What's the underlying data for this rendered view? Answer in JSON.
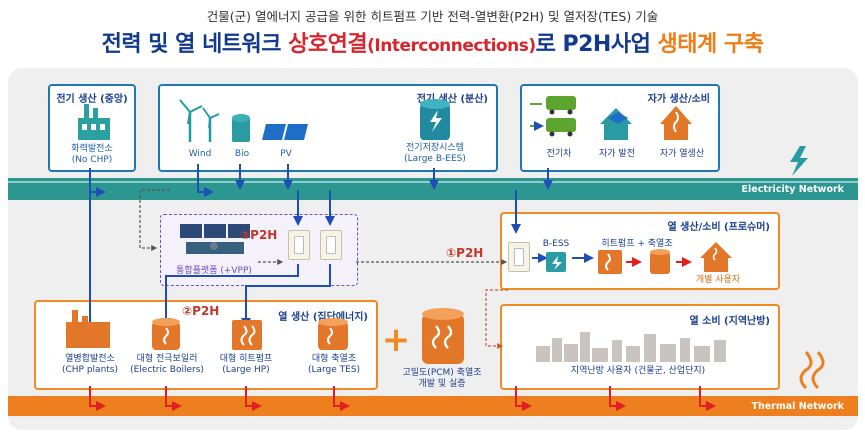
{
  "header": {
    "subtitle": "건물(군) 열에너지 공급을 위한 히트펌프 기반 전력-열변환(P2H) 및 열저장(TES) 기술",
    "title_part1": "전력 및 열 네트워크 ",
    "title_part2": "상호연결",
    "title_part3": "(Interconnections)",
    "title_part4": "로 P2H사업 ",
    "title_part5": "생태계 구축"
  },
  "networks": {
    "electricity": "Electricity Network",
    "thermal": "Thermal Network"
  },
  "central_gen": {
    "title": "전기 생산 (중앙)",
    "plant_label": "화력발전소",
    "plant_sub": "(No CHP)"
  },
  "distributed_gen": {
    "title": "전기 생산 (분산)",
    "items": [
      "Wind",
      "Bio",
      "PV"
    ],
    "storage_label": "전기저장시스템",
    "storage_sub": "(Large B-EES)"
  },
  "prosumer_elec": {
    "title": "자가 생산/소비",
    "items": [
      "전기차",
      "자가 발전",
      "자가 열생산"
    ]
  },
  "platform": {
    "tag": "③P2H",
    "label": "통합플랫폼 (+VPP)"
  },
  "prosumer_heat": {
    "tag": "①P2H",
    "title": "열 생산/소비 (프로슈머)",
    "bess": "B-ESS",
    "hp_tes": "히트펌프  +  축열조",
    "user": "개별 사용자"
  },
  "central_heat": {
    "tag": "②P2H",
    "title": "열 생산 (집단에너지)",
    "items": [
      {
        "name": "열병합발전소",
        "sub": "(CHP plants)"
      },
      {
        "name": "대형 전극보일러",
        "sub": "(Electric Boilers)"
      },
      {
        "name": "대형 히트펌프",
        "sub": "(Large HP)"
      },
      {
        "name": "대형 축열조",
        "sub": "(Large  TES)"
      }
    ],
    "plus": "+",
    "pcm": "고밀도(PCM) 축열조",
    "pcm_sub": "개발 및 실증"
  },
  "district": {
    "title": "열 소비 (지역난방)",
    "label": "지역난방 사용자 (건물군, 산업단지)"
  },
  "colors": {
    "elec": "#2c9690",
    "thermal": "#ee7f1f",
    "blue": "#1f77b4",
    "orange": "#f08a24",
    "navy": "#1b3f8f"
  }
}
